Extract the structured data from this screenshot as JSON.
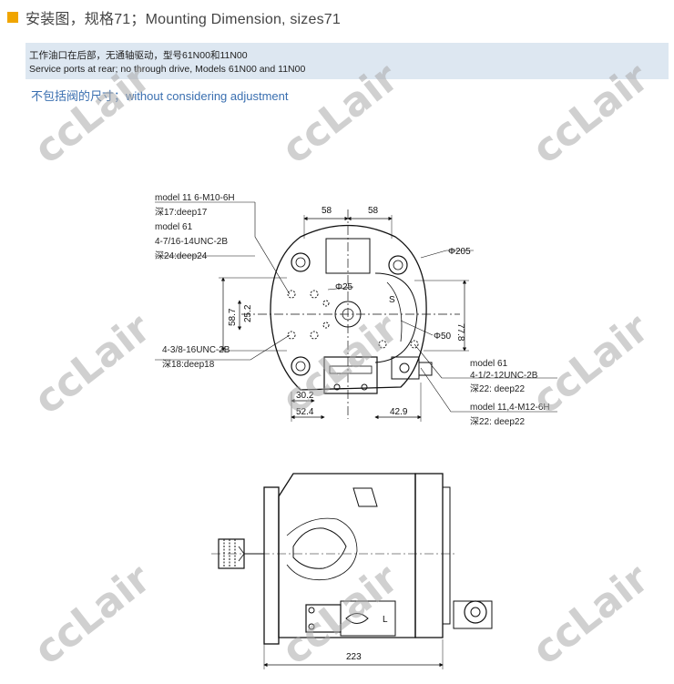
{
  "header": {
    "title": "安装图，规格71；Mounting Dimension, sizes71",
    "accent_color": "#f0a500"
  },
  "info": {
    "line1": "工作油口在后部，无通轴驱动，型号61N00和11N00",
    "line2": "Service ports at rear; no through drive, Models 61N00 and 11N00",
    "background": "#dde7f1"
  },
  "subtitle": "不包括阀的尺寸；without considering adjustment",
  "front_view": {
    "callout_top_left": [
      "model 11 6-M10-6H",
      "深17:deep17",
      "model  61",
      "4-7/16-14UNC-2B",
      "深24:deep24"
    ],
    "callout_bottom_left": [
      "4-3/8-16UNC-2B",
      "深18:deep18"
    ],
    "callout_right": [
      "model 61",
      "4-1/2-12UNC-2B",
      "深22: deep22",
      "model  11,4-M12-6H",
      "深22: deep22"
    ],
    "dimensions": {
      "top_left": "58",
      "top_right": "58",
      "diameter_outer": "Φ205",
      "diameter_pilot": "Φ25",
      "diameter_hub": "Φ50",
      "left_outer": "58.7",
      "left_inner": "25.2",
      "right_height": "77.8",
      "bottom_inner": "30.2",
      "bottom_outer": "52.4",
      "bottom_right": "42.9"
    },
    "port_letter": "S"
  },
  "side_view": {
    "length": "223",
    "port_letter": "L"
  },
  "watermark": "ccLair"
}
